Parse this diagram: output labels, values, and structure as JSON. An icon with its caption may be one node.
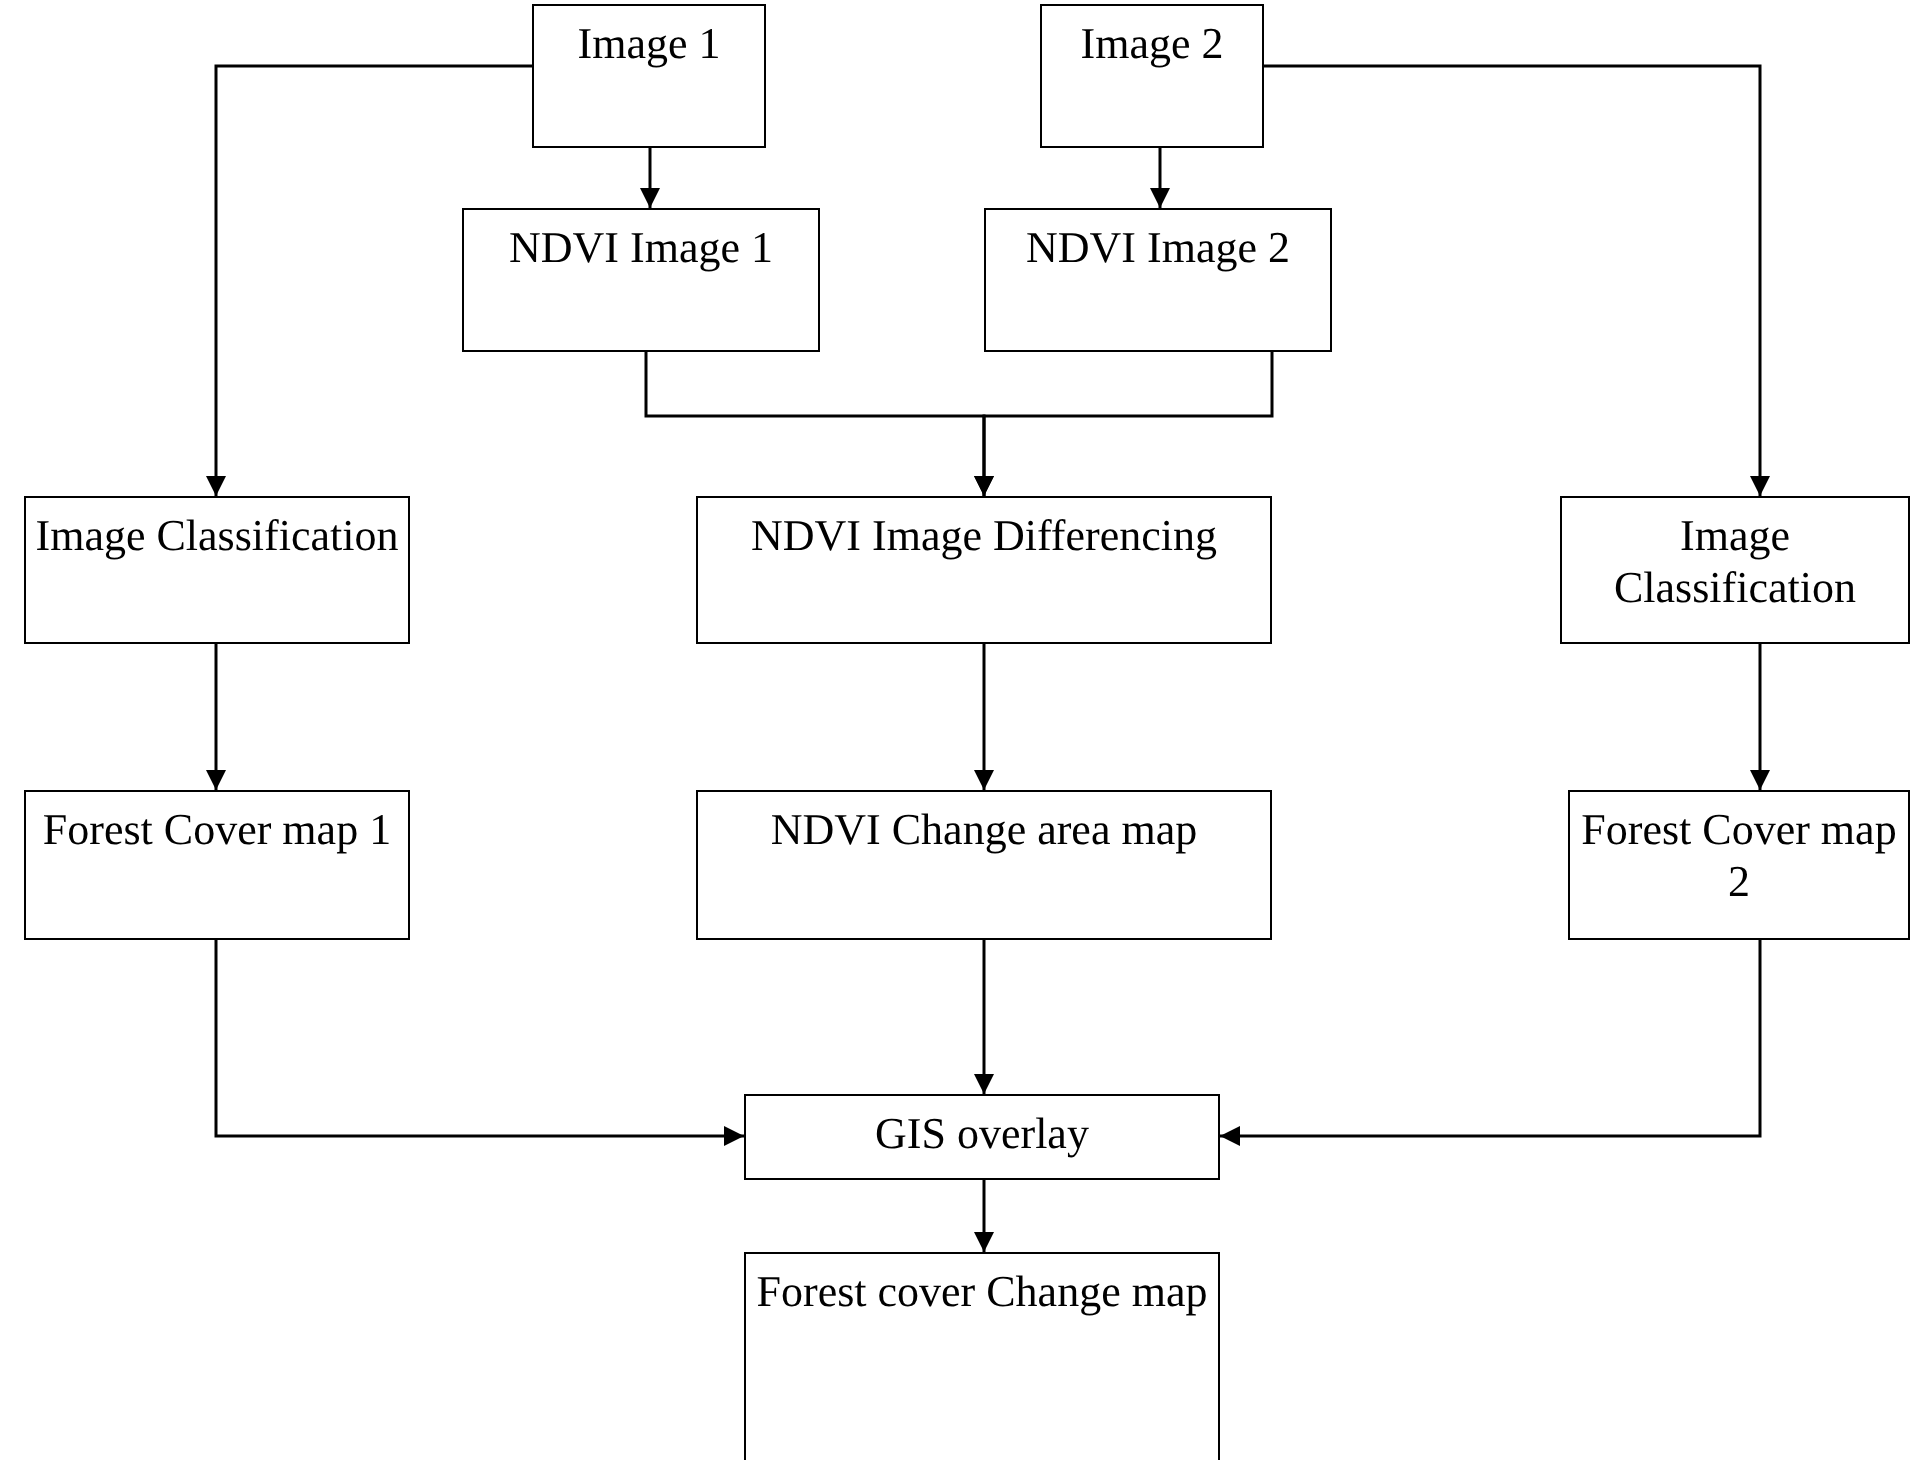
{
  "diagram": {
    "nodes": [
      {
        "text": [
          "Image 1"
        ]
      },
      {
        "text": [
          "Image 2"
        ]
      },
      {
        "text": [
          "NDVI Image 1"
        ]
      },
      {
        "text": [
          "NDVI Image 2"
        ]
      },
      {
        "text": [
          "Image Classification"
        ]
      },
      {
        "text": [
          "NDVI Image Differencing"
        ]
      },
      {
        "text": [
          "Image Classification"
        ]
      },
      {
        "text": [
          "Forest Cover map 1"
        ]
      },
      {
        "text": [
          "NDVI Change area map"
        ]
      },
      {
        "text": [
          "Forest Cover map 2"
        ]
      },
      {
        "text": [
          "GIS overlay"
        ]
      },
      {
        "text": [
          "Forest cover Change map"
        ]
      }
    ],
    "edges": [
      {
        "from": 0,
        "to": 4,
        "arrow": "to"
      },
      {
        "from": 0,
        "to": 2,
        "arrow": "to"
      },
      {
        "from": 1,
        "to": 3,
        "arrow": "to"
      },
      {
        "from": 1,
        "to": 6,
        "arrow": "to"
      },
      {
        "from": 2,
        "to": 5,
        "arrow": "to"
      },
      {
        "from": 3,
        "to": 5,
        "arrow": "to"
      },
      {
        "from": 4,
        "to": 7,
        "arrow": "to"
      },
      {
        "from": 5,
        "to": 8,
        "arrow": "to"
      },
      {
        "from": 6,
        "to": 9,
        "arrow": "to"
      },
      {
        "from": 7,
        "to": 10,
        "arrow": "to"
      },
      {
        "from": 8,
        "to": 10,
        "arrow": "to"
      },
      {
        "from": 9,
        "to": 10,
        "arrow": "to"
      },
      {
        "from": 10,
        "to": 11,
        "arrow": "to"
      }
    ]
  }
}
